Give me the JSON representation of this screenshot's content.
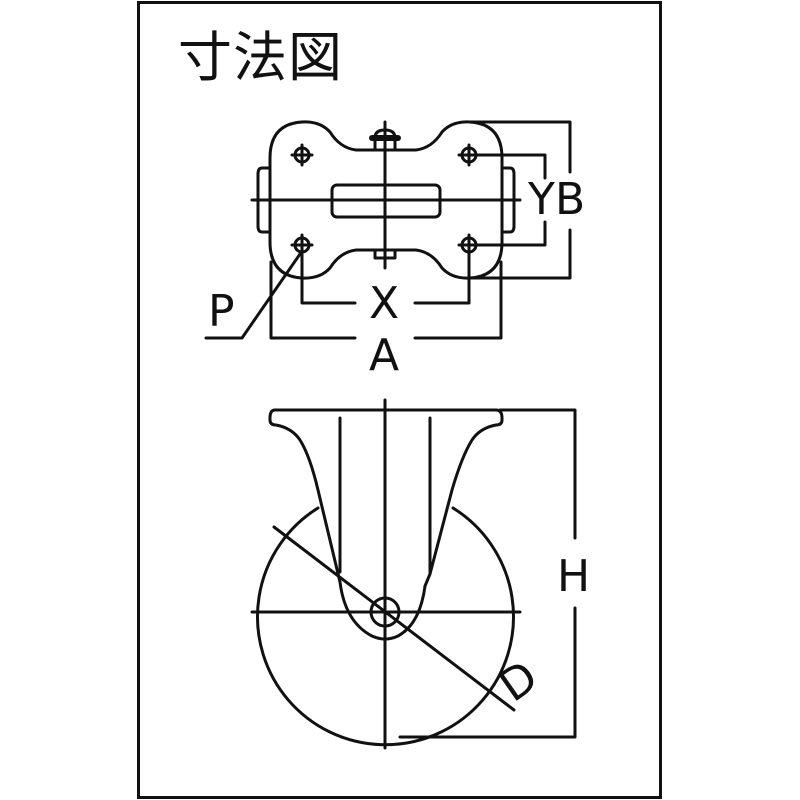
{
  "title": "寸法図",
  "colors": {
    "line": "#111111",
    "background": "#ffffff"
  },
  "views": {
    "top_view": {
      "labels": {
        "p": "P",
        "x": "X",
        "a": "A",
        "y": "Y",
        "b": "B"
      }
    },
    "side_view": {
      "labels": {
        "h": "H",
        "d": "D"
      }
    }
  }
}
